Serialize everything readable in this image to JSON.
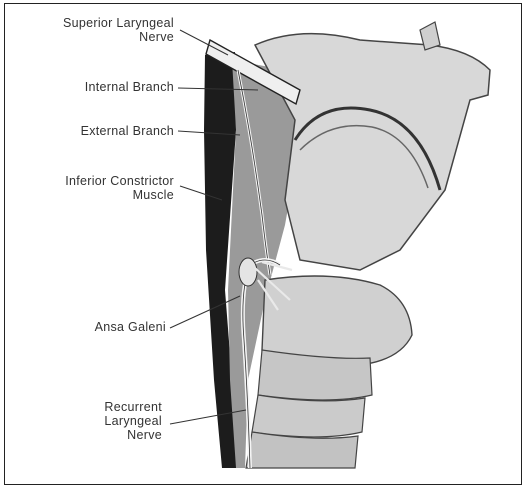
{
  "diagram": {
    "labels": {
      "superior_laryngeal_nerve": "Superior Laryngeal\nNerve",
      "internal_branch": "Internal Branch",
      "external_branch": "External Branch",
      "inferior_constrictor_muscle": "Inferior Constrictor\nMuscle",
      "ansa_galeni": "Ansa Galeni",
      "recurrent_laryngeal_nerve": "Recurrent\nLaryngeal\nNerve"
    }
  }
}
